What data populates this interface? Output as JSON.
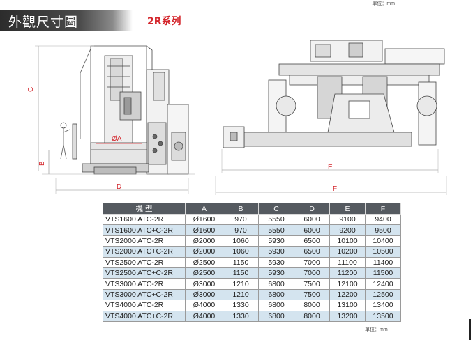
{
  "unit_label": "單位：mm",
  "header": {
    "title": "外觀尺寸圖",
    "series": "2R系列"
  },
  "drawing_labels": {
    "side_view": {
      "a": "ØA",
      "b": "B",
      "c": "C",
      "d": "D"
    },
    "front_view": {
      "e": "E",
      "f": "F"
    }
  },
  "table": {
    "headers": [
      "機 型",
      "A",
      "B",
      "C",
      "D",
      "E",
      "F"
    ],
    "rows": [
      [
        "VTS1600 ATC-2R",
        "Ø1600",
        "970",
        "5550",
        "6000",
        "9100",
        "9400"
      ],
      [
        "VTS1600 ATC+C-2R",
        "Ø1600",
        "970",
        "5550",
        "6000",
        "9200",
        "9500"
      ],
      [
        "VTS2000 ATC-2R",
        "Ø2000",
        "1060",
        "5930",
        "6500",
        "10100",
        "10400"
      ],
      [
        "VTS2000 ATC+C-2R",
        "Ø2000",
        "1060",
        "5930",
        "6500",
        "10200",
        "10500"
      ],
      [
        "VTS2500 ATC-2R",
        "Ø2500",
        "1150",
        "5930",
        "7000",
        "11100",
        "11400"
      ],
      [
        "VTS2500 ATC+C-2R",
        "Ø2500",
        "1150",
        "5930",
        "7000",
        "11200",
        "11500"
      ],
      [
        "VTS3000 ATC-2R",
        "Ø3000",
        "1210",
        "6800",
        "7500",
        "12100",
        "12400"
      ],
      [
        "VTS3000 ATC+C-2R",
        "Ø3000",
        "1210",
        "6800",
        "7500",
        "12200",
        "12500"
      ],
      [
        "VTS4000 ATC-2R",
        "Ø4000",
        "1330",
        "6800",
        "8000",
        "13100",
        "13400"
      ],
      [
        "VTS4000 ATC+C-2R",
        "Ø4000",
        "1330",
        "6800",
        "8000",
        "13200",
        "13500"
      ]
    ]
  }
}
